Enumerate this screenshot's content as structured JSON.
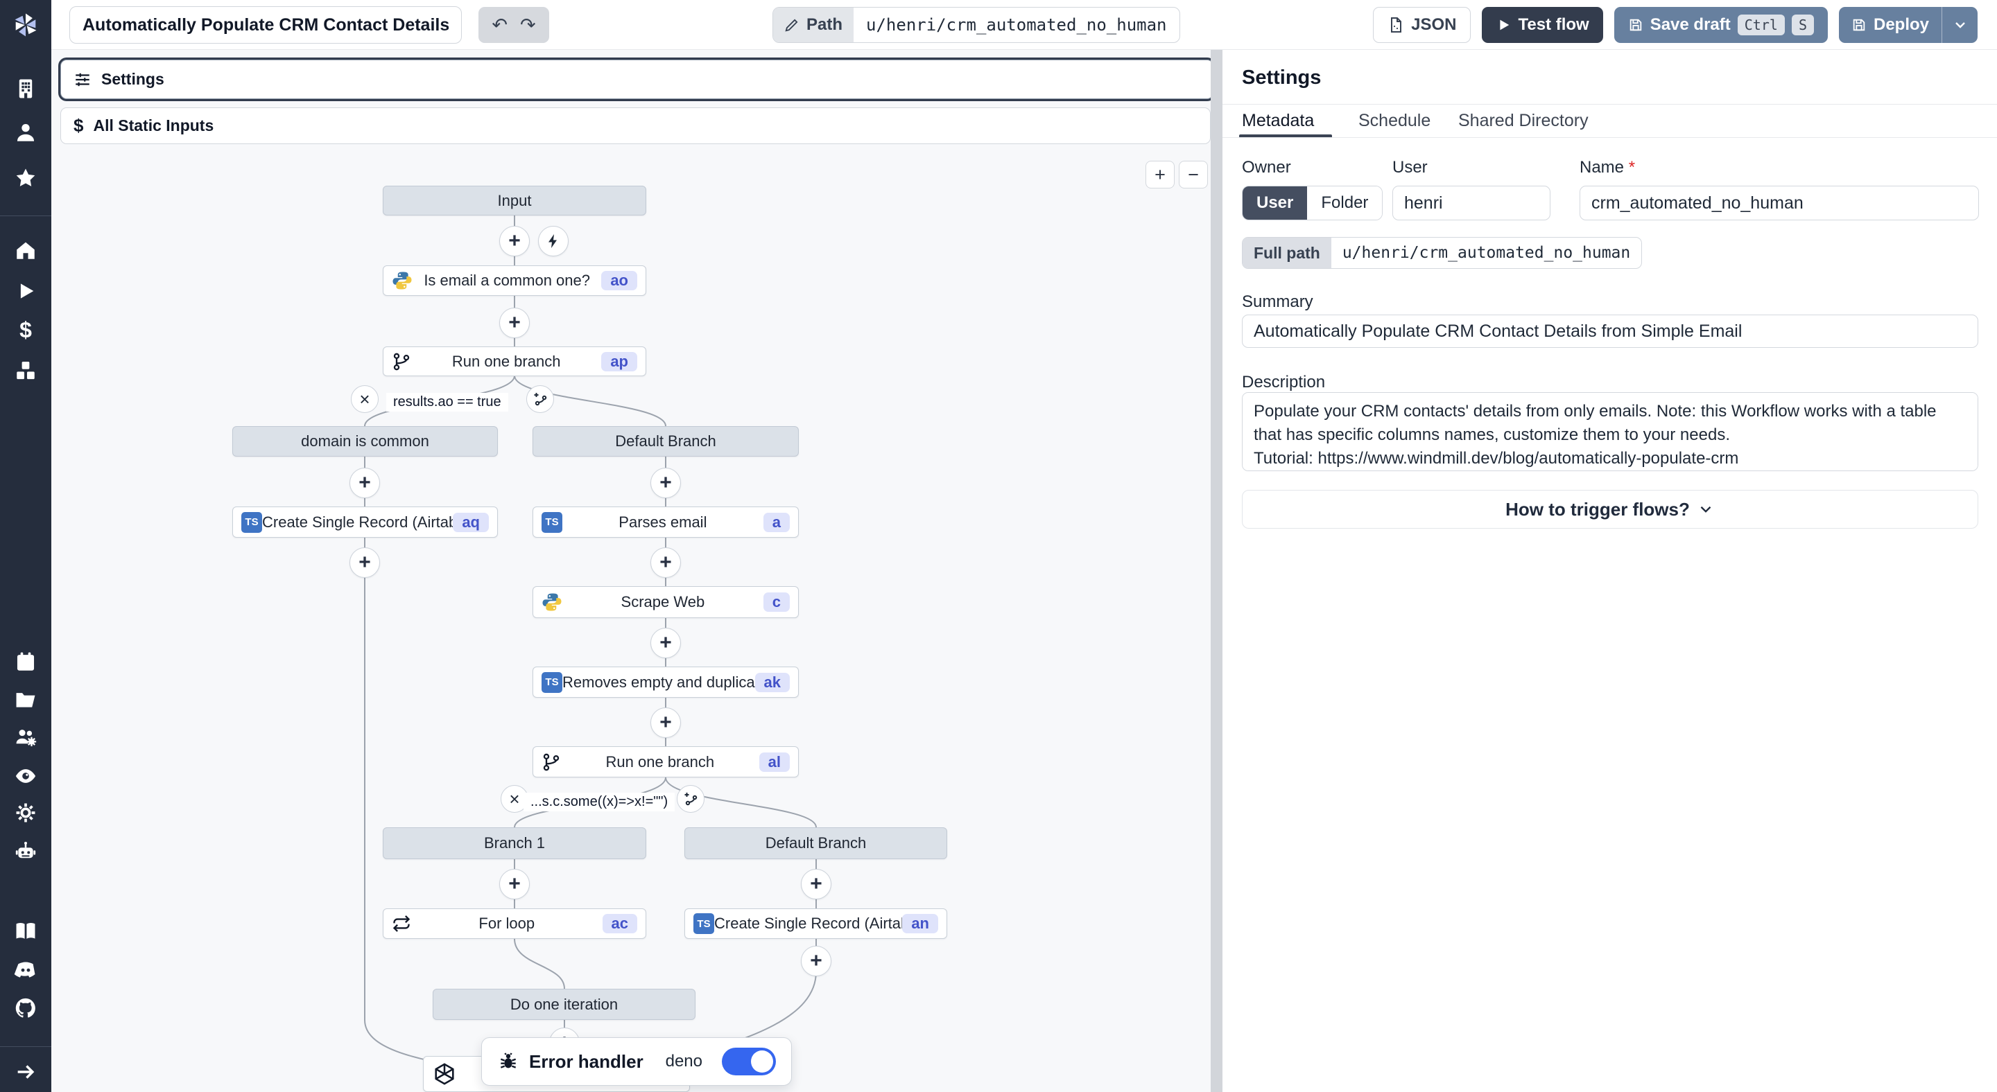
{
  "topbar": {
    "title_value": "Automatically Populate CRM Contact Details from",
    "path_label": "Path",
    "path_value": "u/henri/crm_automated_no_human",
    "json_button": "JSON",
    "test_flow_button": "Test flow",
    "save_draft_button": "Save draft",
    "kbd_ctrl": "Ctrl",
    "kbd_s": "S",
    "deploy_button": "Deploy"
  },
  "sidebar": {
    "icons": [
      "windmill-logo",
      "workspace-icon",
      "user-icon",
      "favorites-icon",
      "home-icon",
      "runs-icon",
      "variables-icon",
      "resources-icon",
      "schedules-icon",
      "folders-icon",
      "groups-icon",
      "audit-logs-icon",
      "settings-icon",
      "ai-icon",
      "docs-icon",
      "discord-icon",
      "github-icon",
      "collapse-sidebar-icon"
    ]
  },
  "canvas": {
    "settings_label": "Settings",
    "static_inputs_label": "All Static Inputs",
    "zoom_in": "+",
    "zoom_out": "−"
  },
  "flow": {
    "conditions": {
      "branch_one": "results.ao == true",
      "branch_two": "...s.c.some((x)=>x!=\"\")"
    },
    "nodes": [
      {
        "label": "Input",
        "badge": "",
        "icon": "none"
      },
      {
        "label": "Is email a common one?",
        "badge": "ao",
        "icon": "python-icon"
      },
      {
        "label": "Run one branch",
        "badge": "ap",
        "icon": "git-branch-icon"
      },
      {
        "label": "domain is common",
        "badge": "",
        "icon": "none"
      },
      {
        "label": "Default Branch",
        "badge": "",
        "icon": "none"
      },
      {
        "label": "Create Single Record (Airtable)",
        "badge": "aq",
        "icon": "typescript-icon"
      },
      {
        "label": "Parses email",
        "badge": "a",
        "icon": "typescript-icon"
      },
      {
        "label": "Scrape Web",
        "badge": "c",
        "icon": "python-icon"
      },
      {
        "label": "Removes empty and duplicates",
        "badge": "ak",
        "icon": "typescript-icon"
      },
      {
        "label": "Run one branch",
        "badge": "al",
        "icon": "git-branch-icon"
      },
      {
        "label": "Branch 1",
        "badge": "",
        "icon": "none"
      },
      {
        "label": "Default Branch",
        "badge": "",
        "icon": "none"
      },
      {
        "label": "For loop",
        "badge": "ac",
        "icon": "loop-icon"
      },
      {
        "label": "Create Single Record (Airtable)",
        "badge": "an",
        "icon": "typescript-icon"
      },
      {
        "label": "Do one iteration",
        "badge": "",
        "icon": "none"
      },
      {
        "label": "",
        "badge": "",
        "icon": "openai-icon"
      }
    ],
    "error_handler": {
      "label": "Error handler",
      "language": "deno",
      "enabled": true
    }
  },
  "panel": {
    "title": "Settings",
    "tabs": [
      "Metadata",
      "Schedule",
      "Shared Directory"
    ],
    "active_tab": "Metadata",
    "owner_label": "Owner",
    "owner_options": [
      "User",
      "Folder"
    ],
    "owner_selected": "User",
    "user_label": "User",
    "user_value": "henri",
    "name_label": "Name",
    "required_asterisk": "*",
    "full_path_label": "Full path",
    "full_path_value": "u/henri/crm_automated_no_human",
    "summary_label": "Summary",
    "summary_value": "Automatically Populate CRM Contact Details from Simple Email",
    "description_label": "Description",
    "description_value": "Populate your CRM contacts' details from only emails. Note: this Workflow works with a table that has specific columns names, customize them to your needs.\nTutorial: https://www.windmill.dev/blog/automatically-populate-crm",
    "trigger_button": "How to trigger flows?"
  }
}
